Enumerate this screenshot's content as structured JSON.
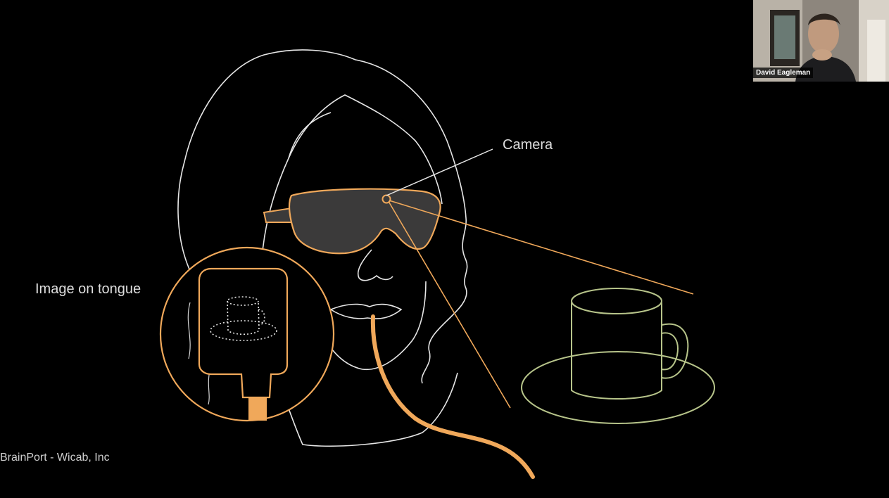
{
  "slide": {
    "camera_label": "Camera",
    "tongue_label": "Image on tongue",
    "credit": "BrainPort - Wicab, Inc"
  },
  "participant": {
    "name": "David Eagleman"
  },
  "colors": {
    "background": "#000000",
    "outline": "#e6e6e6",
    "device_orange": "#f0a85a",
    "cup_green": "#b7c48a",
    "lens_gray": "#3b3a3a"
  }
}
